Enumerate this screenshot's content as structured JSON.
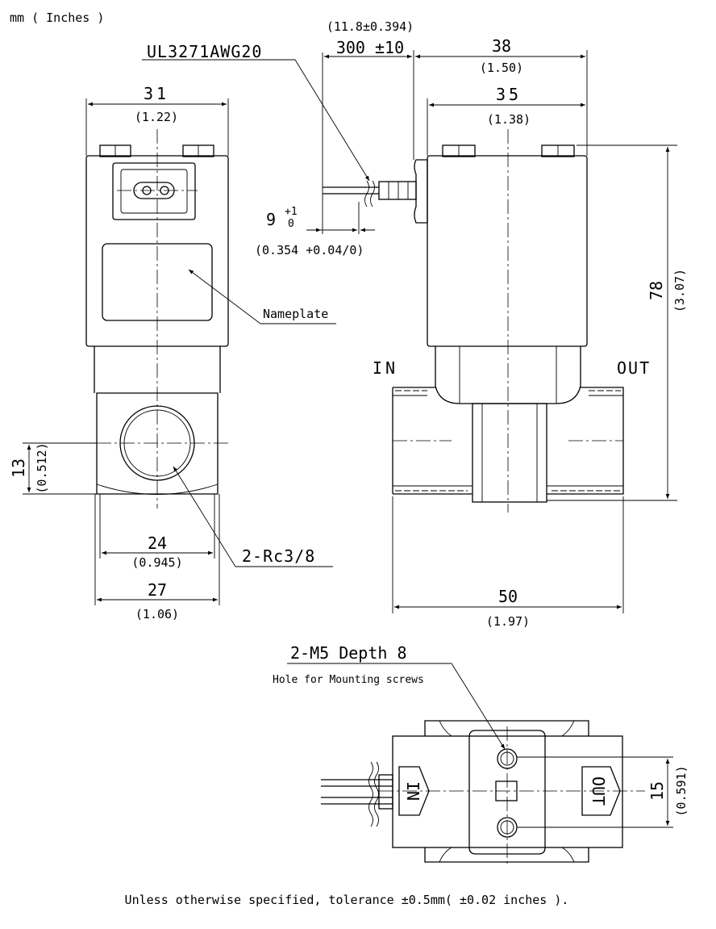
{
  "units_label": "mm ( Inches )",
  "cable": {
    "spec": "UL3271AWG20",
    "length_in": "(11.8±0.394)",
    "length_mm": "300 ±10"
  },
  "strip": {
    "mm": "9",
    "tol_plus": "+1",
    "tol_minus": "0",
    "in": "(0.354 +0.04/0)"
  },
  "front": {
    "width_mm": "31",
    "width_in": "(1.22)",
    "port_height_mm": "13",
    "port_height_in": "(0.512)",
    "body_inner_mm": "24",
    "body_inner_in": "(0.945)",
    "body_outer_mm": "27",
    "body_outer_in": "(1.06)",
    "nameplate_label": "Nameplate",
    "port_label": "2-Rc3/8"
  },
  "side": {
    "overall_mm": "38",
    "overall_in": "(1.50)",
    "coil_mm": "35",
    "coil_in": "(1.38)",
    "height_mm": "78",
    "height_in": "(3.07)",
    "length_mm": "50",
    "length_in": "(1.97)",
    "in_label": "IN",
    "out_label": "OUT"
  },
  "bottom": {
    "screw_label": "2-M5  Depth 8",
    "screw_note": "Hole for Mounting screws",
    "pitch_mm": "15",
    "pitch_in": "(0.591)",
    "in_mark": "IN",
    "out_mark": "OUT"
  },
  "footer_note": "Unless otherwise specified, tolerance ±0.5mm( ±0.02 inches )."
}
